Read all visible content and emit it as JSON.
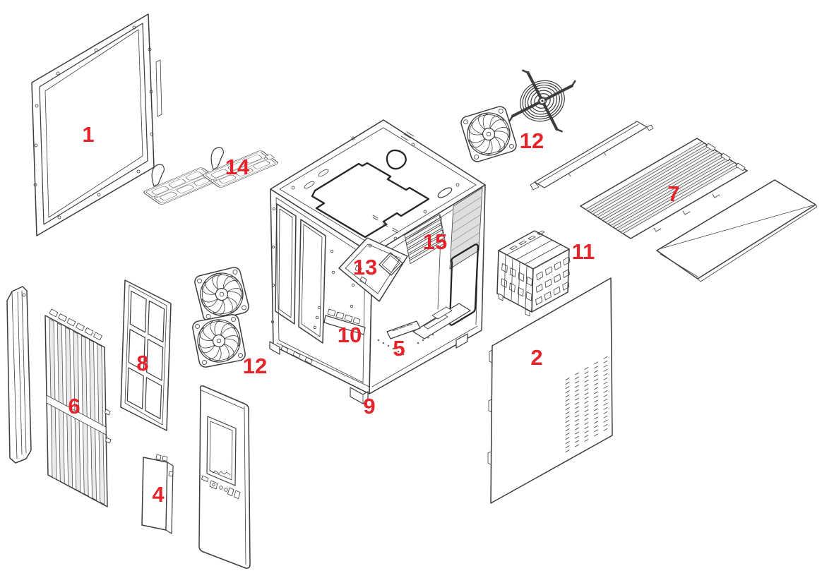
{
  "diagram": {
    "type": "exploded-parts-diagram",
    "subject": "mini-tower PC case",
    "background_color": "#ffffff",
    "line_color": "#3c3c3c",
    "callout_color": "#e6232a",
    "callouts": [
      {
        "number": "1",
        "part": "tempered-glass-side-panel"
      },
      {
        "number": "2",
        "part": "steel-side-panel"
      },
      {
        "number": "4",
        "part": "io-cover-plate"
      },
      {
        "number": "5",
        "part": "bottom-mounting-bracket"
      },
      {
        "number": "6",
        "part": "front-louver-panel"
      },
      {
        "number": "7",
        "part": "top-cover-assembly"
      },
      {
        "number": "8",
        "part": "front-filter-frame"
      },
      {
        "number": "9",
        "part": "case-foot"
      },
      {
        "number": "10",
        "part": "front-io-module"
      },
      {
        "number": "11",
        "part": "hdd-drive-cage"
      },
      {
        "number": "12",
        "part": "rear-cooling-fan"
      },
      {
        "number": "12",
        "part": "front-cooling-fans"
      },
      {
        "number": "13",
        "part": "front-fan-window"
      },
      {
        "number": "14",
        "part": "ssd-mounting-trays"
      },
      {
        "number": "15",
        "part": "expansion-slot-covers"
      }
    ]
  }
}
